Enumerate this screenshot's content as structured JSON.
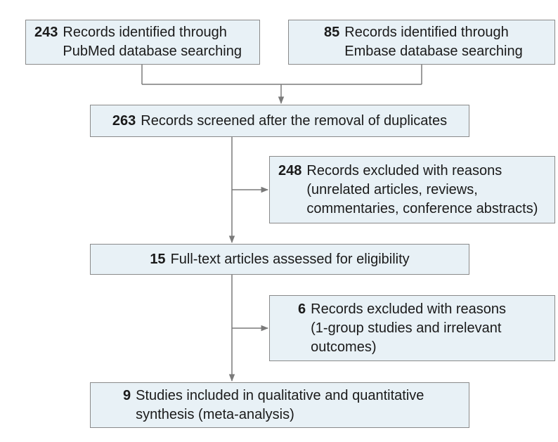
{
  "boxes": {
    "pubmed": {
      "count": "243",
      "text": "Records identified through\nPubMed database searching"
    },
    "embase": {
      "count": "85",
      "text": "Records identified through\nEmbase database searching"
    },
    "screened": {
      "count": "263",
      "text": "Records screened after the removal of duplicates"
    },
    "excluded_screen": {
      "count": "248",
      "text": "Records excluded with reasons\n(unrelated articles, reviews,\ncommentaries, conference abstracts)"
    },
    "fulltext": {
      "count": "15",
      "text": "Full-text articles assessed for eligibility"
    },
    "excluded_full": {
      "count": "6",
      "text": "Records excluded with reasons\n(1-group studies and irrelevant\noutcomes)"
    },
    "included": {
      "count": "9",
      "text": "Studies included in qualitative and quantitative\nsynthesis (meta-analysis)"
    }
  },
  "colors": {
    "box_fill": "#e8f1f6",
    "box_border": "#8a8a8a",
    "arrow": "#7a7a7a"
  }
}
